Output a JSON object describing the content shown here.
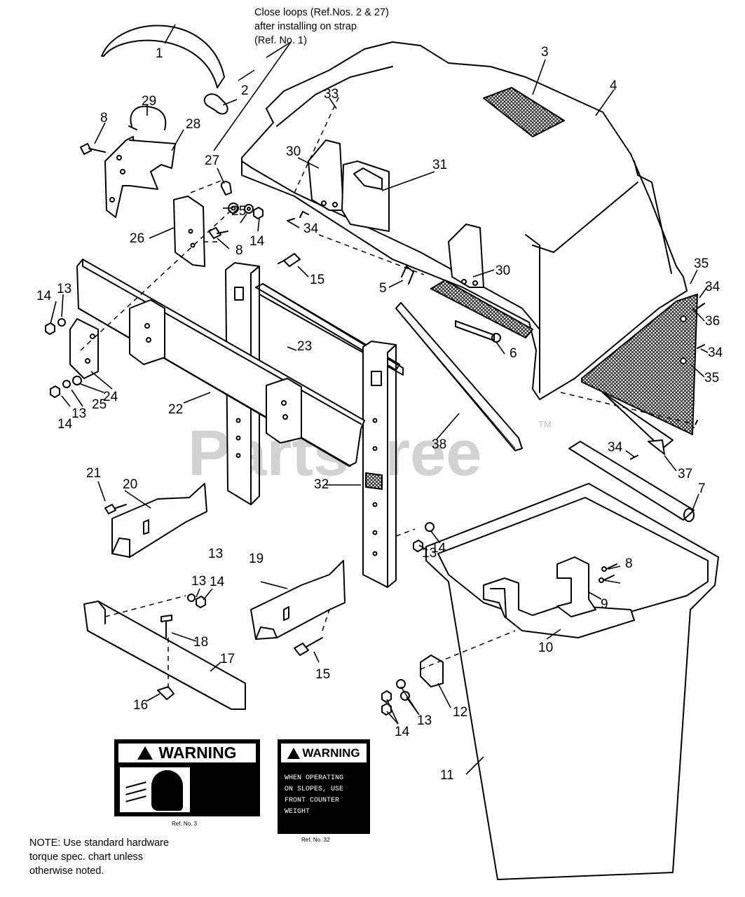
{
  "notes": {
    "top": [
      "Close loops (Ref.Nos. 2 & 27)",
      "after installing on strap",
      "(Ref. No. 1)"
    ],
    "bottom": [
      "NOTE: Use standard hardware",
      "torque spec. chart unless",
      "otherwise noted."
    ]
  },
  "watermark": {
    "text": "PartsTree",
    "tm": "TM"
  },
  "decals": {
    "left": {
      "title": "WARNING",
      "caption": "Ref. No. 3"
    },
    "right": {
      "title": "WARNING",
      "lines": [
        "WHEN OPERATING",
        "ON SLOPES, USE",
        "FRONT COUNTER",
        "WEIGHT"
      ],
      "caption": "Ref. No. 32"
    }
  },
  "callouts": [
    "1",
    "2",
    "3",
    "4",
    "5",
    "6",
    "7",
    "8",
    "8",
    "8",
    "9",
    "10",
    "11",
    "12",
    "13",
    "13",
    "13",
    "13",
    "13",
    "13",
    "14",
    "14",
    "14",
    "14",
    "14",
    "14",
    "15",
    "15",
    "16",
    "17",
    "18",
    "19",
    "20",
    "21",
    "22",
    "23",
    "24",
    "25",
    "25",
    "26",
    "27",
    "28",
    "29",
    "30",
    "30",
    "31",
    "32",
    "33",
    "34",
    "34",
    "34",
    "34",
    "35",
    "35",
    "36",
    "37",
    "38"
  ],
  "colors": {
    "line": "#000000",
    "mesh": "#222222",
    "watermark": "#d2d2d2"
  }
}
